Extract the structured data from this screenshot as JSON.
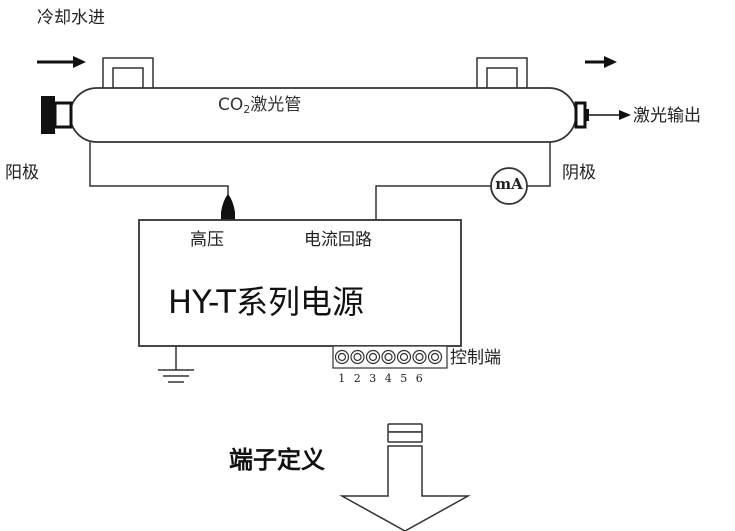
{
  "labels": {
    "cooling_water_in": "冷却水进",
    "tube": "CO₂激光管",
    "tube_co": "CO",
    "tube_sub": "2",
    "tube_rest": "激光管",
    "laser_output": "激光输出",
    "anode": "阳极",
    "cathode": "阴极",
    "milliammeter": "mA",
    "high_voltage": "高压",
    "current_loop": "电流回路",
    "power_supply": "HY-T系列电源",
    "control_terminal": "控制端",
    "terminal_definition": "端子定义"
  },
  "terminal_numbers": [
    "1",
    "2",
    "3",
    "4",
    "5",
    "6"
  ]
}
